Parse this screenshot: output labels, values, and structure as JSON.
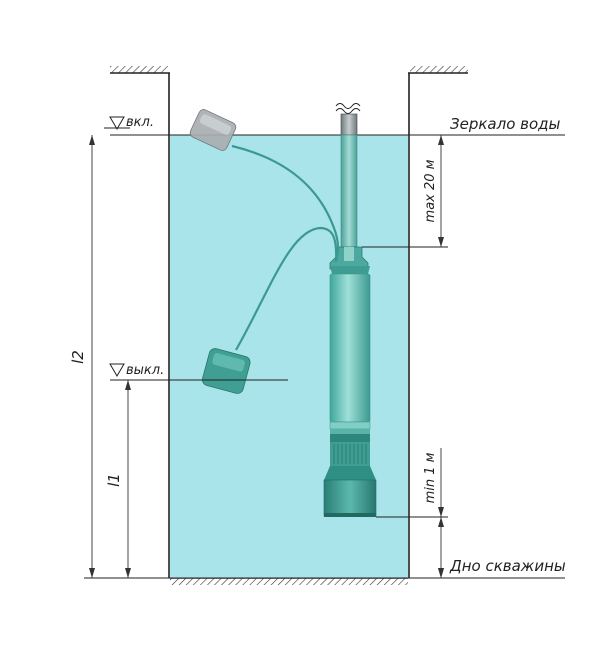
{
  "labels": {
    "water_surface": "Зеркало воды",
    "well_bottom": "Дно скважины",
    "on_level": "вкл.",
    "off_level": "выкл.",
    "max_depth": "max 20 м",
    "min_clearance": "min 1 м",
    "l1": "l1",
    "l2": "l2"
  },
  "colors": {
    "water": "#a8e4ea",
    "water_edge": "#6fc6cf",
    "pump_body": "#5fbdb5",
    "pump_dark": "#2f8f85",
    "pipe": "#6fbcb6",
    "float_on": "#a9aeb0",
    "float_off": "#3f9f92",
    "line": "#222222"
  }
}
